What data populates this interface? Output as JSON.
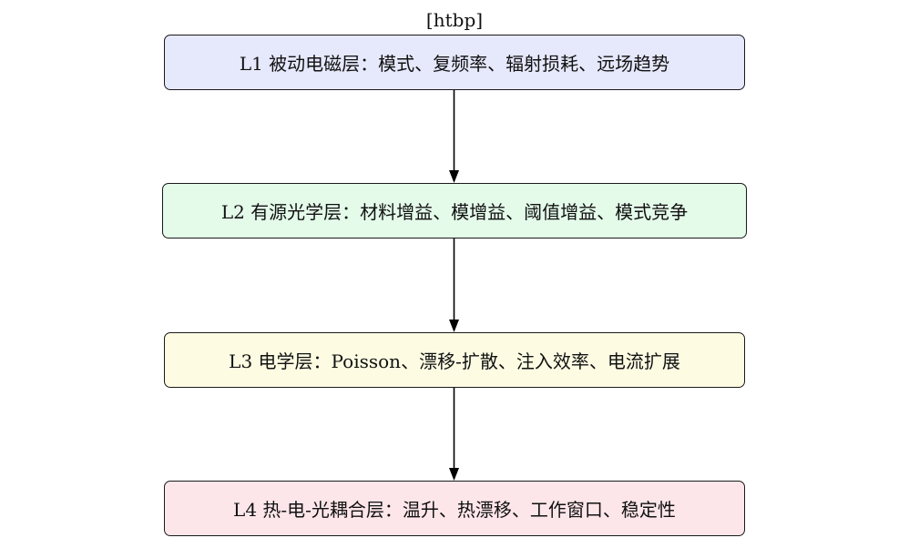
{
  "caption": "[htbp]",
  "layers": [
    {
      "label": "L1 被动电磁层：模式、复频率、辐射损耗、远场趋势",
      "fill": "#e6e8fc"
    },
    {
      "label": "L2 有源光学层：材料增益、模增益、阈值增益、模式竞争",
      "fill": "#e4fbea"
    },
    {
      "label": "L3 电学层：Poisson、漂移-扩散、注入效率、电流扩展",
      "fill": "#fdfce3"
    },
    {
      "label": "L4 热-电-光耦合层：温升、热漂移、工作窗口、稳定性",
      "fill": "#fde6ea"
    }
  ],
  "colors": {
    "border": "#1a1a1a",
    "arrow": "#000000"
  }
}
